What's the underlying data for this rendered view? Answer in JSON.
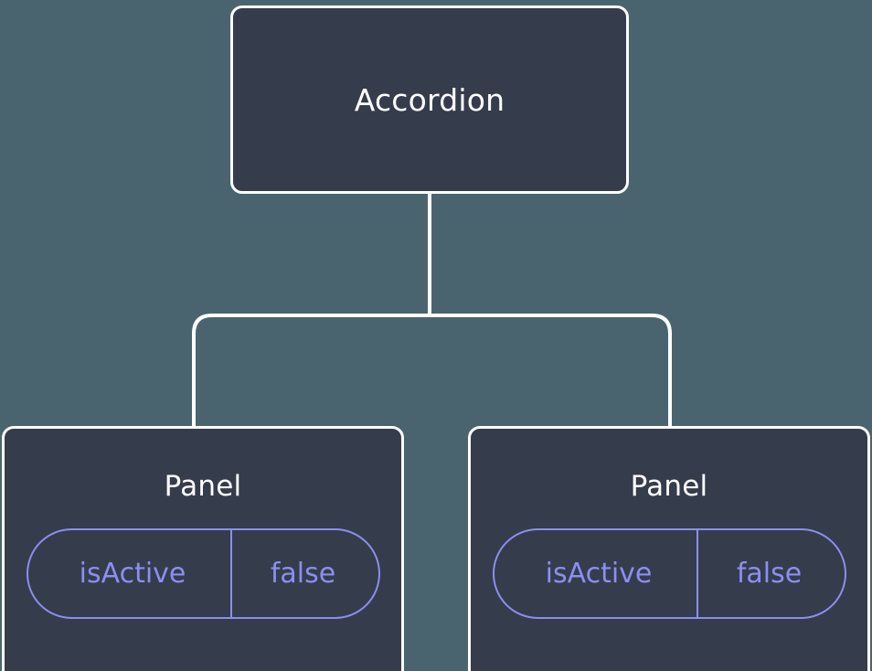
{
  "diagram": {
    "type": "component-tree",
    "background_color": "#4a646f",
    "node_fill_color": "#353c4c",
    "node_border_color": "#ffffff",
    "connector_color": "#ffffff",
    "prop_accent_color": "#8b8ff0",
    "root": {
      "title": "Accordion"
    },
    "children": [
      {
        "title": "Panel",
        "props": [
          {
            "key": "isActive",
            "value": "false"
          }
        ]
      },
      {
        "title": "Panel",
        "props": [
          {
            "key": "isActive",
            "value": "false"
          }
        ]
      }
    ]
  }
}
